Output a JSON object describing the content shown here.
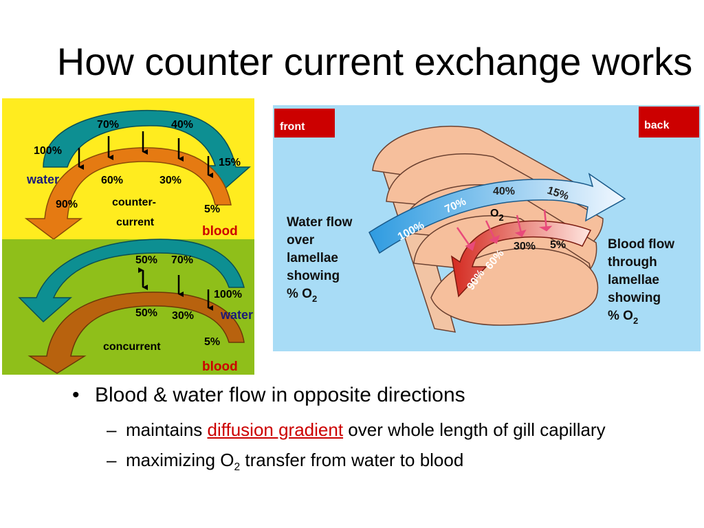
{
  "title": "How counter current exchange works",
  "left_diagram": {
    "counter": {
      "water_pcts": [
        "100%",
        "70%",
        "40%",
        "15%"
      ],
      "blood_pcts": [
        "90%",
        "60%",
        "30%",
        "5%"
      ],
      "water_label": "water",
      "type_label_line1": "counter-",
      "type_label_line2": "current",
      "blood_label": "blood",
      "background": "#ffec1f",
      "water_arrow_color": "#0d8f92",
      "blood_arrow_color": "#e57a12"
    },
    "concurrent": {
      "water_pcts": [
        "50%",
        "70%",
        "100%"
      ],
      "blood_pcts": [
        "50%",
        "30%",
        "5%"
      ],
      "water_label": "water",
      "type_label": "concurrent",
      "blood_label": "blood",
      "background": "#8fbf1a",
      "water_arrow_color": "#0d8f92",
      "blood_arrow_color": "#b8620e"
    }
  },
  "right_diagram": {
    "front_label": "front",
    "back_label": "back",
    "water_pcts": [
      "100%",
      "70%",
      "40%",
      "15%"
    ],
    "blood_pcts": [
      "90%",
      "60%",
      "30%",
      "5%"
    ],
    "o2_label": "O",
    "o2_sub": "2",
    "water_flow_lines": [
      "Water flow",
      "over",
      "lamellae",
      "showing",
      "% O"
    ],
    "water_flow_sub": "2",
    "blood_flow_lines": [
      "Blood flow",
      "through",
      "lamellae",
      "showing",
      "% O"
    ],
    "blood_flow_sub": "2",
    "background": "#a8dcf6",
    "tag_color": "#cc0000"
  },
  "bullets": {
    "main": "Blood & water flow in opposite directions",
    "sub1_before": "maintains ",
    "sub1_link": "diffusion gradient",
    "sub1_after": " over whole length of gill capillary",
    "sub2_before": "maximizing O",
    "sub2_sub": "2",
    "sub2_after": " transfer from water to blood"
  }
}
